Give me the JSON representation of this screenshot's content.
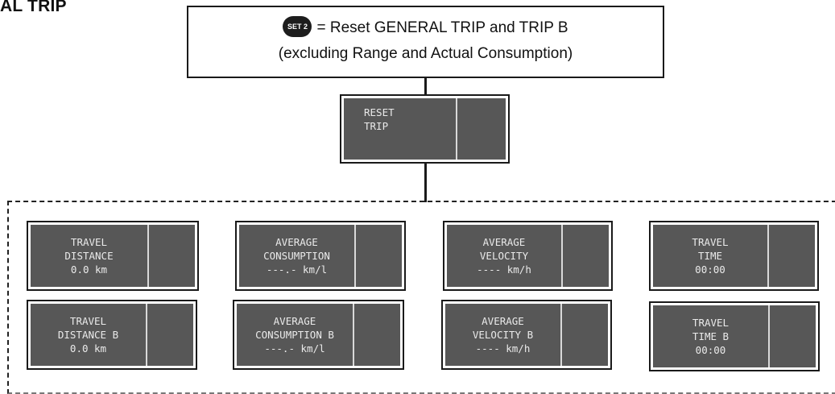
{
  "title": "AL TRIP",
  "note": {
    "icon": "set-2-button-icon",
    "icon_label": "SET 2",
    "line1": "= Reset GENERAL TRIP and TRIP B",
    "line2": "(excluding Range and Actual Consumption)"
  },
  "reset_display": {
    "lines": [
      "RESET",
      "TRIP"
    ]
  },
  "displays": [
    {
      "lines": [
        "TRAVEL",
        "DISTANCE",
        "0.0 km"
      ]
    },
    {
      "lines": [
        "AVERAGE",
        "CONSUMPTION",
        "---.- km/l"
      ]
    },
    {
      "lines": [
        "AVERAGE",
        "VELOCITY",
        "---- km/h"
      ]
    },
    {
      "lines": [
        "TRAVEL",
        "TIME",
        "00:00"
      ]
    },
    {
      "lines": [
        "TRAVEL",
        "DISTANCE B",
        "0.0 km"
      ]
    },
    {
      "lines": [
        "AVERAGE",
        "CONSUMPTION B",
        "---.- km/l"
      ]
    },
    {
      "lines": [
        "AVERAGE",
        "VELOCITY B",
        "---- km/h"
      ]
    },
    {
      "lines": [
        "TRAVEL",
        "TIME B",
        "00:00"
      ]
    }
  ]
}
